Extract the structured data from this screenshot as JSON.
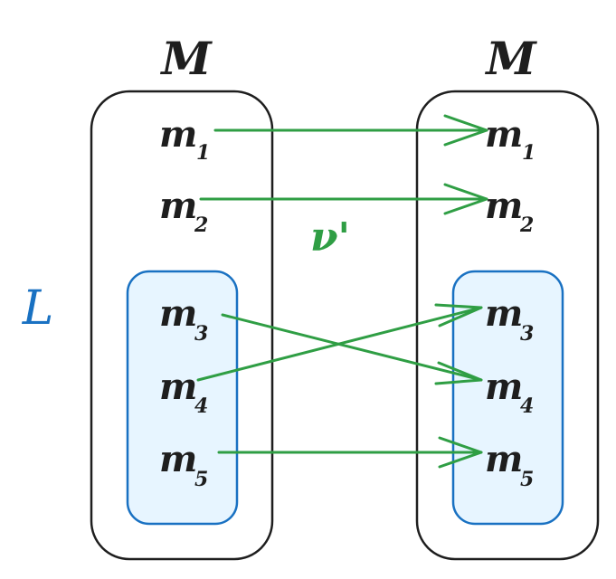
{
  "left_set": {
    "title": "M",
    "items": [
      {
        "letter": "m",
        "index": "1"
      },
      {
        "letter": "m",
        "index": "2"
      },
      {
        "letter": "m",
        "index": "3"
      },
      {
        "letter": "m",
        "index": "4"
      },
      {
        "letter": "m",
        "index": "5"
      }
    ]
  },
  "right_set": {
    "title": "M",
    "items": [
      {
        "letter": "m",
        "index": "1"
      },
      {
        "letter": "m",
        "index": "2"
      },
      {
        "letter": "m",
        "index": "3"
      },
      {
        "letter": "m",
        "index": "4"
      },
      {
        "letter": "m",
        "index": "5"
      }
    ]
  },
  "subset_label": "L",
  "mapping_label": "ν'",
  "mapping": [
    {
      "from": "m1",
      "to": "m1"
    },
    {
      "from": "m2",
      "to": "m2"
    },
    {
      "from": "m3",
      "to": "m4"
    },
    {
      "from": "m4",
      "to": "m3"
    },
    {
      "from": "m5",
      "to": "m5"
    }
  ],
  "colors": {
    "outline": "#1e1e1e",
    "subset_fill": "#e7f5ff",
    "subset_stroke": "#1971c2",
    "arrow": "#2f9e44",
    "label_L": "#1971c2",
    "label_nu": "#2f9e44"
  }
}
